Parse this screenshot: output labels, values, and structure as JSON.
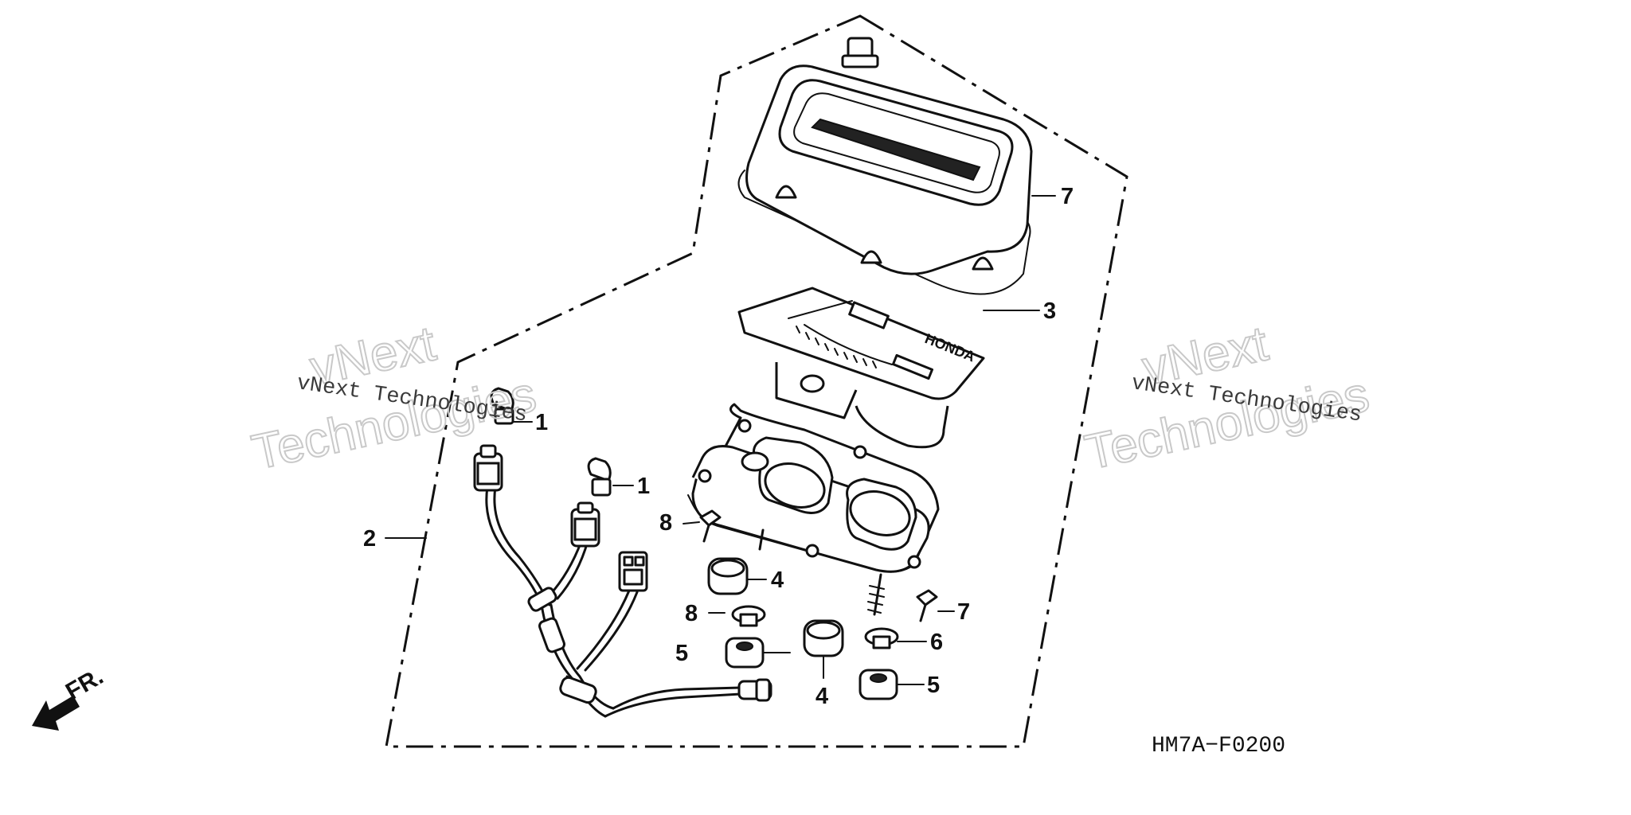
{
  "diagram": {
    "diagram_code": "HM7A−F0200",
    "front_marker": "FR.",
    "callouts": [
      {
        "id": "c1a",
        "label": "1"
      },
      {
        "id": "c1b",
        "label": "1"
      },
      {
        "id": "c2",
        "label": "2"
      },
      {
        "id": "c3",
        "label": "3"
      },
      {
        "id": "c4a",
        "label": "4"
      },
      {
        "id": "c4b",
        "label": "4"
      },
      {
        "id": "c5a",
        "label": "5"
      },
      {
        "id": "c5b",
        "label": "5"
      },
      {
        "id": "c6",
        "label": "6"
      },
      {
        "id": "c7a",
        "label": "7"
      },
      {
        "id": "c7b",
        "label": "7"
      },
      {
        "id": "c8a",
        "label": "8"
      },
      {
        "id": "c8b",
        "label": "8"
      }
    ],
    "watermarks": [
      {
        "line1": "vNext",
        "line2": "Technologies",
        "caption": "vNext Technologies"
      },
      {
        "line1": "vNext",
        "line2": "Technologies",
        "caption": "vNext Technologies"
      }
    ],
    "logo_text": "HONDA"
  }
}
